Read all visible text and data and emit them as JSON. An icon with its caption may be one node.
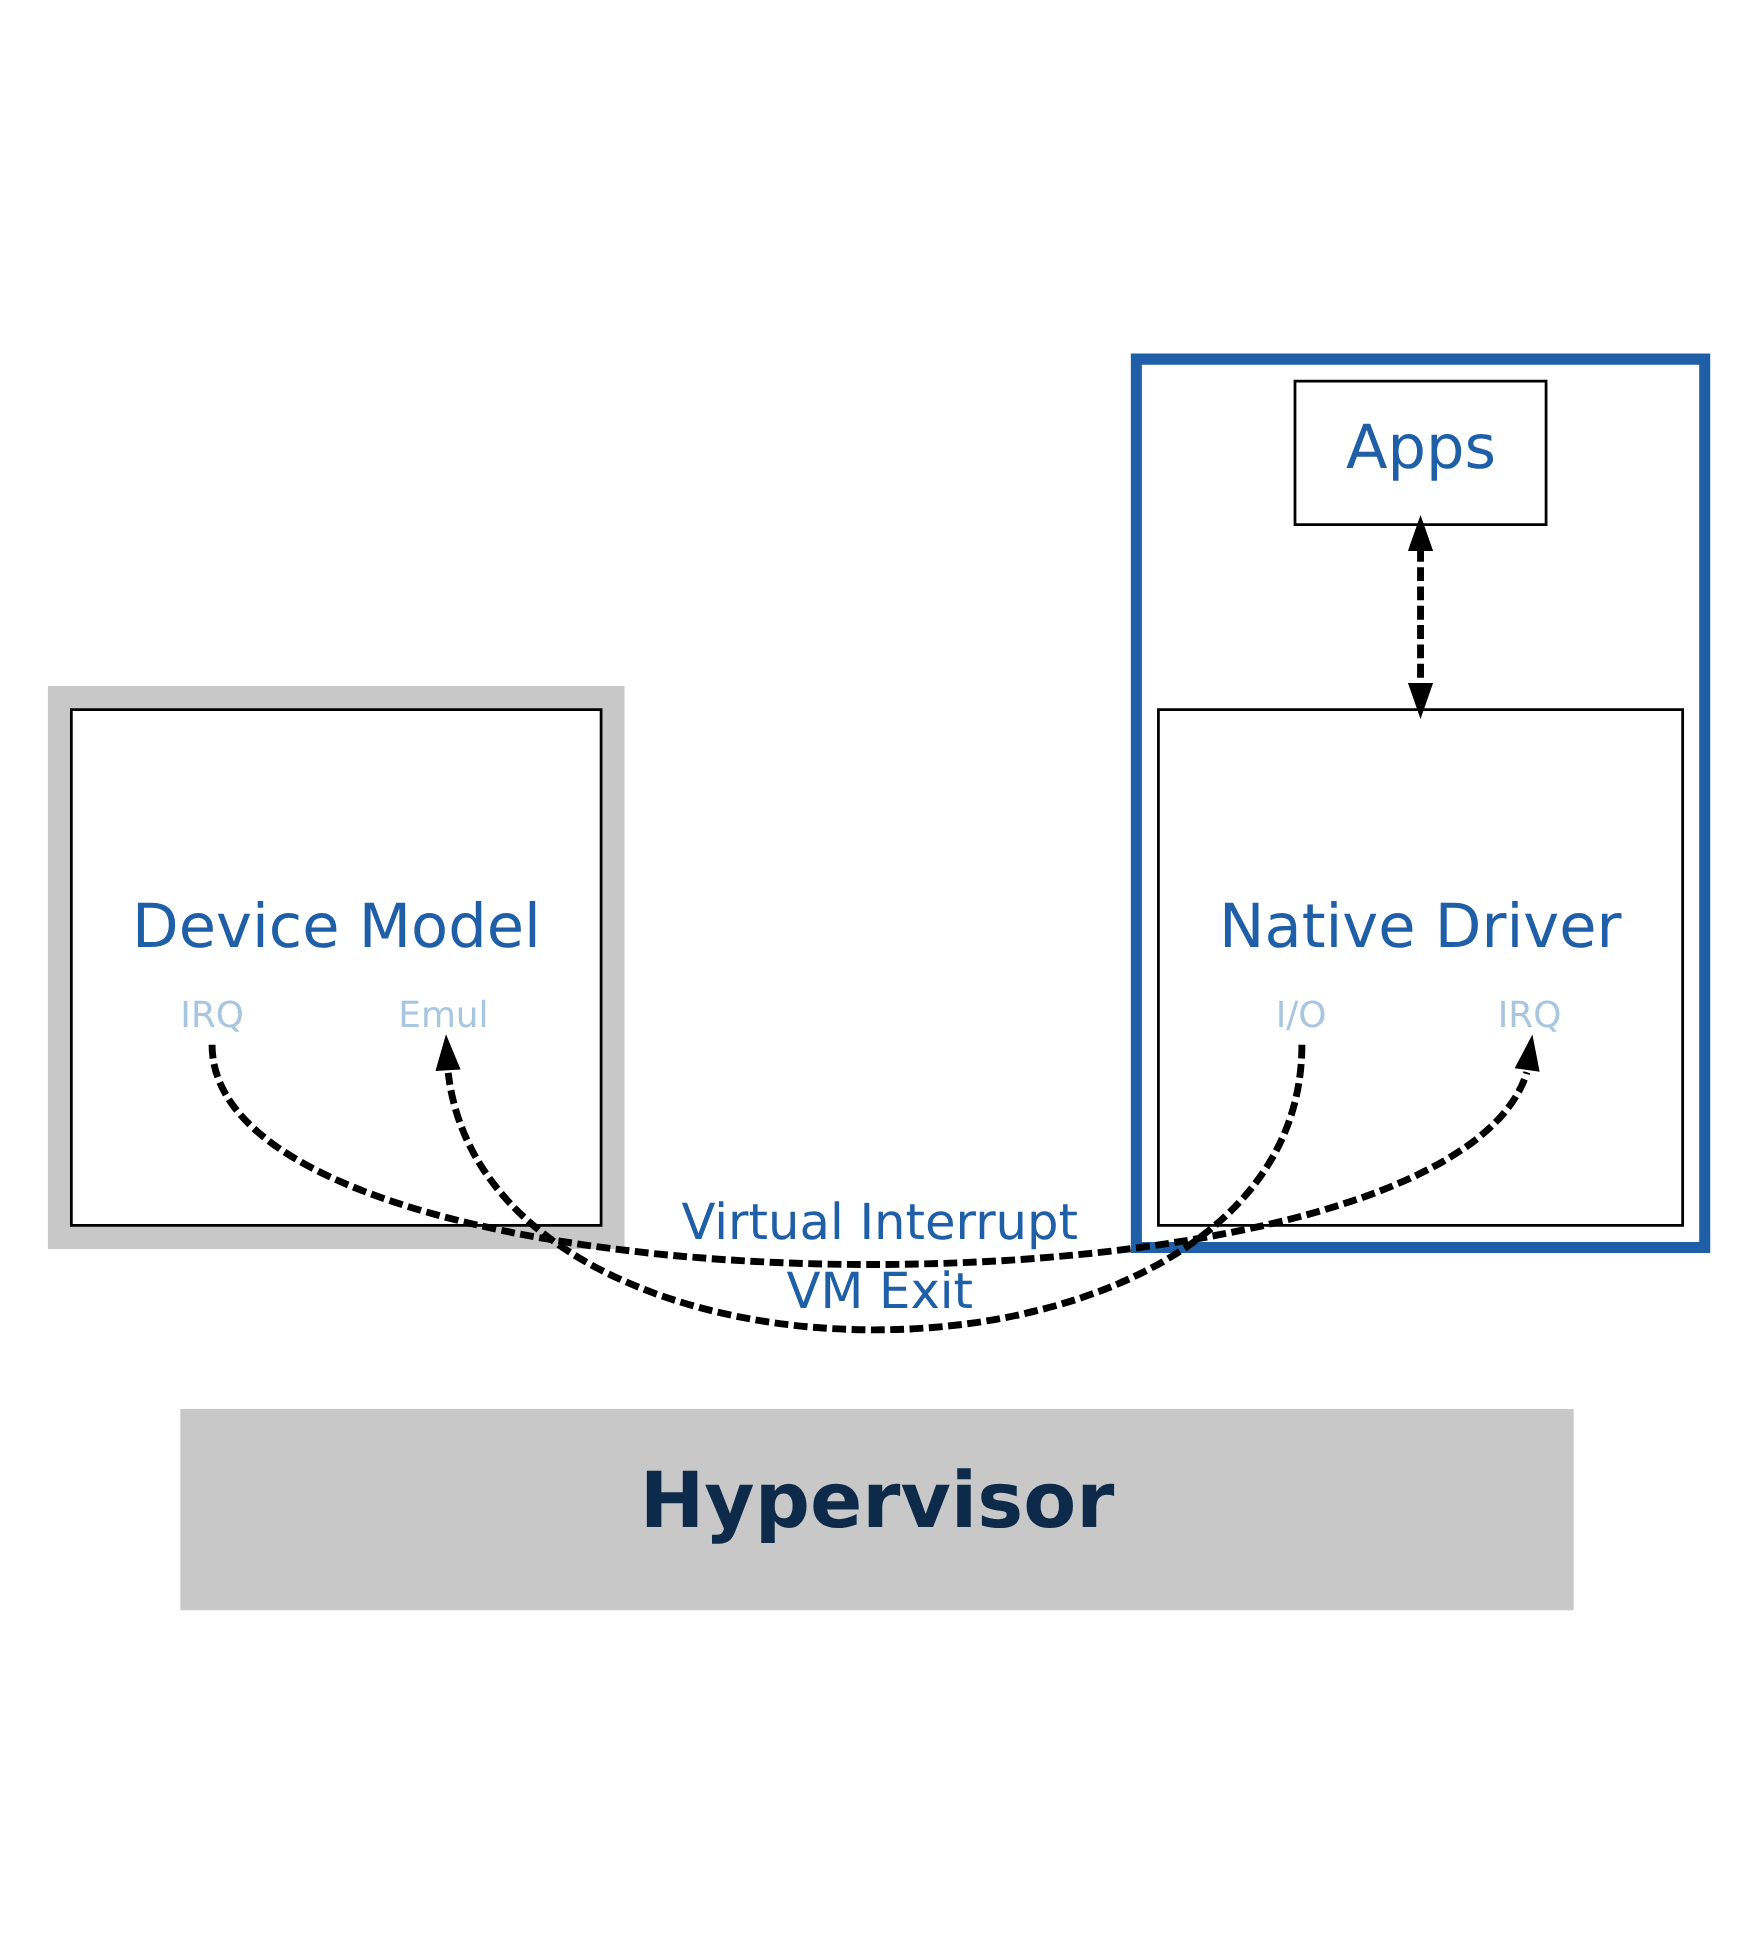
{
  "diagram": {
    "nodes": [
      {
        "text": [],
        "shape": "box"
      },
      {
        "text": [
          "Device Model",
          "IRQ",
          "Emul"
        ],
        "in": 0
      },
      {
        "text": [],
        "shape": "box"
      },
      {
        "text": [
          "Apps"
        ],
        "in": 2
      },
      {
        "text": [
          "Native Driver",
          "I/O",
          "IRQ"
        ],
        "in": 2
      },
      {
        "text": [
          "Hypervisor"
        ]
      }
    ],
    "edges": [
      {
        "from": 3,
        "to": 4,
        "arrow": "both",
        "style": "dashed"
      },
      {
        "from": 4,
        "to": 1,
        "arrow": "to",
        "style": "dashed",
        "label": "VM Exit"
      },
      {
        "from": 1,
        "to": 4,
        "arrow": "to",
        "style": "dashed",
        "label": "Virtual Interrupt"
      }
    ]
  }
}
